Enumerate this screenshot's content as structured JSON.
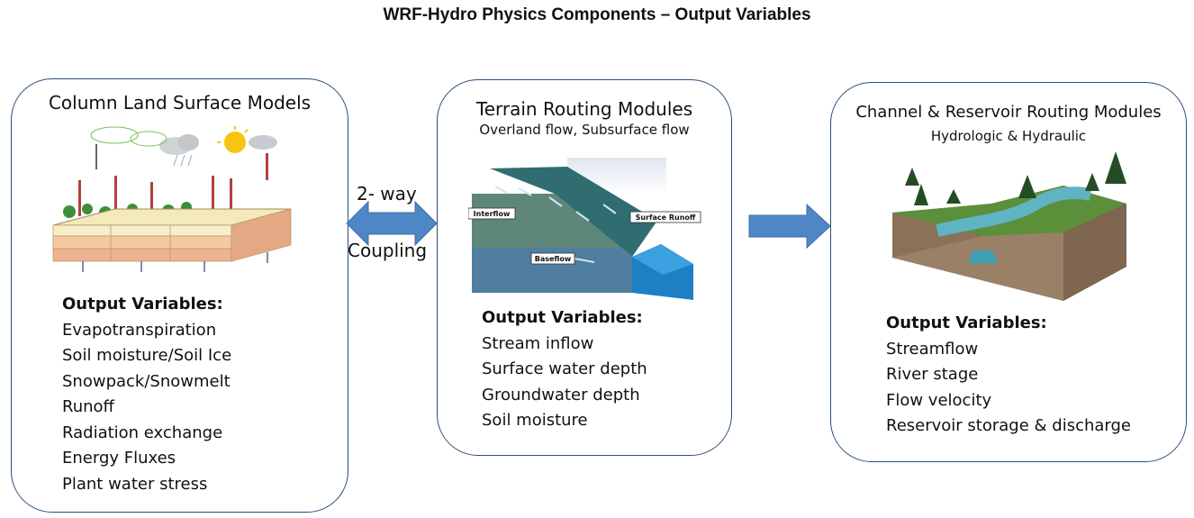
{
  "title": "WRF-Hydro Physics Components – Output Variables",
  "panels": [
    {
      "title": "Column Land Surface Models",
      "subtitle": "",
      "variables_heading": "Output Variables:",
      "variables": [
        "Evapotranspiration",
        "Soil moisture/Soil Ice",
        "Snowpack/Snowmelt",
        "Runoff",
        "Radiation exchange",
        "Energy Fluxes",
        "Plant water stress"
      ]
    },
    {
      "title": "Terrain Routing Modules",
      "subtitle": "Overland flow, Subsurface flow",
      "variables_heading": "Output Variables:",
      "variables": [
        "Stream inflow",
        "Surface water depth",
        "Groundwater depth",
        "Soil moisture"
      ],
      "figure_labels": {
        "interflow": "Interflow",
        "surface_runoff": "Surface Runoff",
        "baseflow": "Baseflow"
      }
    },
    {
      "title": "Channel & Reservoir Routing Modules",
      "subtitle": "Hydrologic & Hydraulic",
      "variables_heading": "Output Variables:",
      "variables": [
        "Streamflow",
        "River stage",
        "Flow velocity",
        "Reservoir storage & discharge"
      ]
    }
  ],
  "coupling": {
    "line1": "2- way",
    "line2": "Coupling"
  },
  "colors": {
    "arrow": "#4f86c6",
    "panel_border": "#2b4f7a"
  }
}
